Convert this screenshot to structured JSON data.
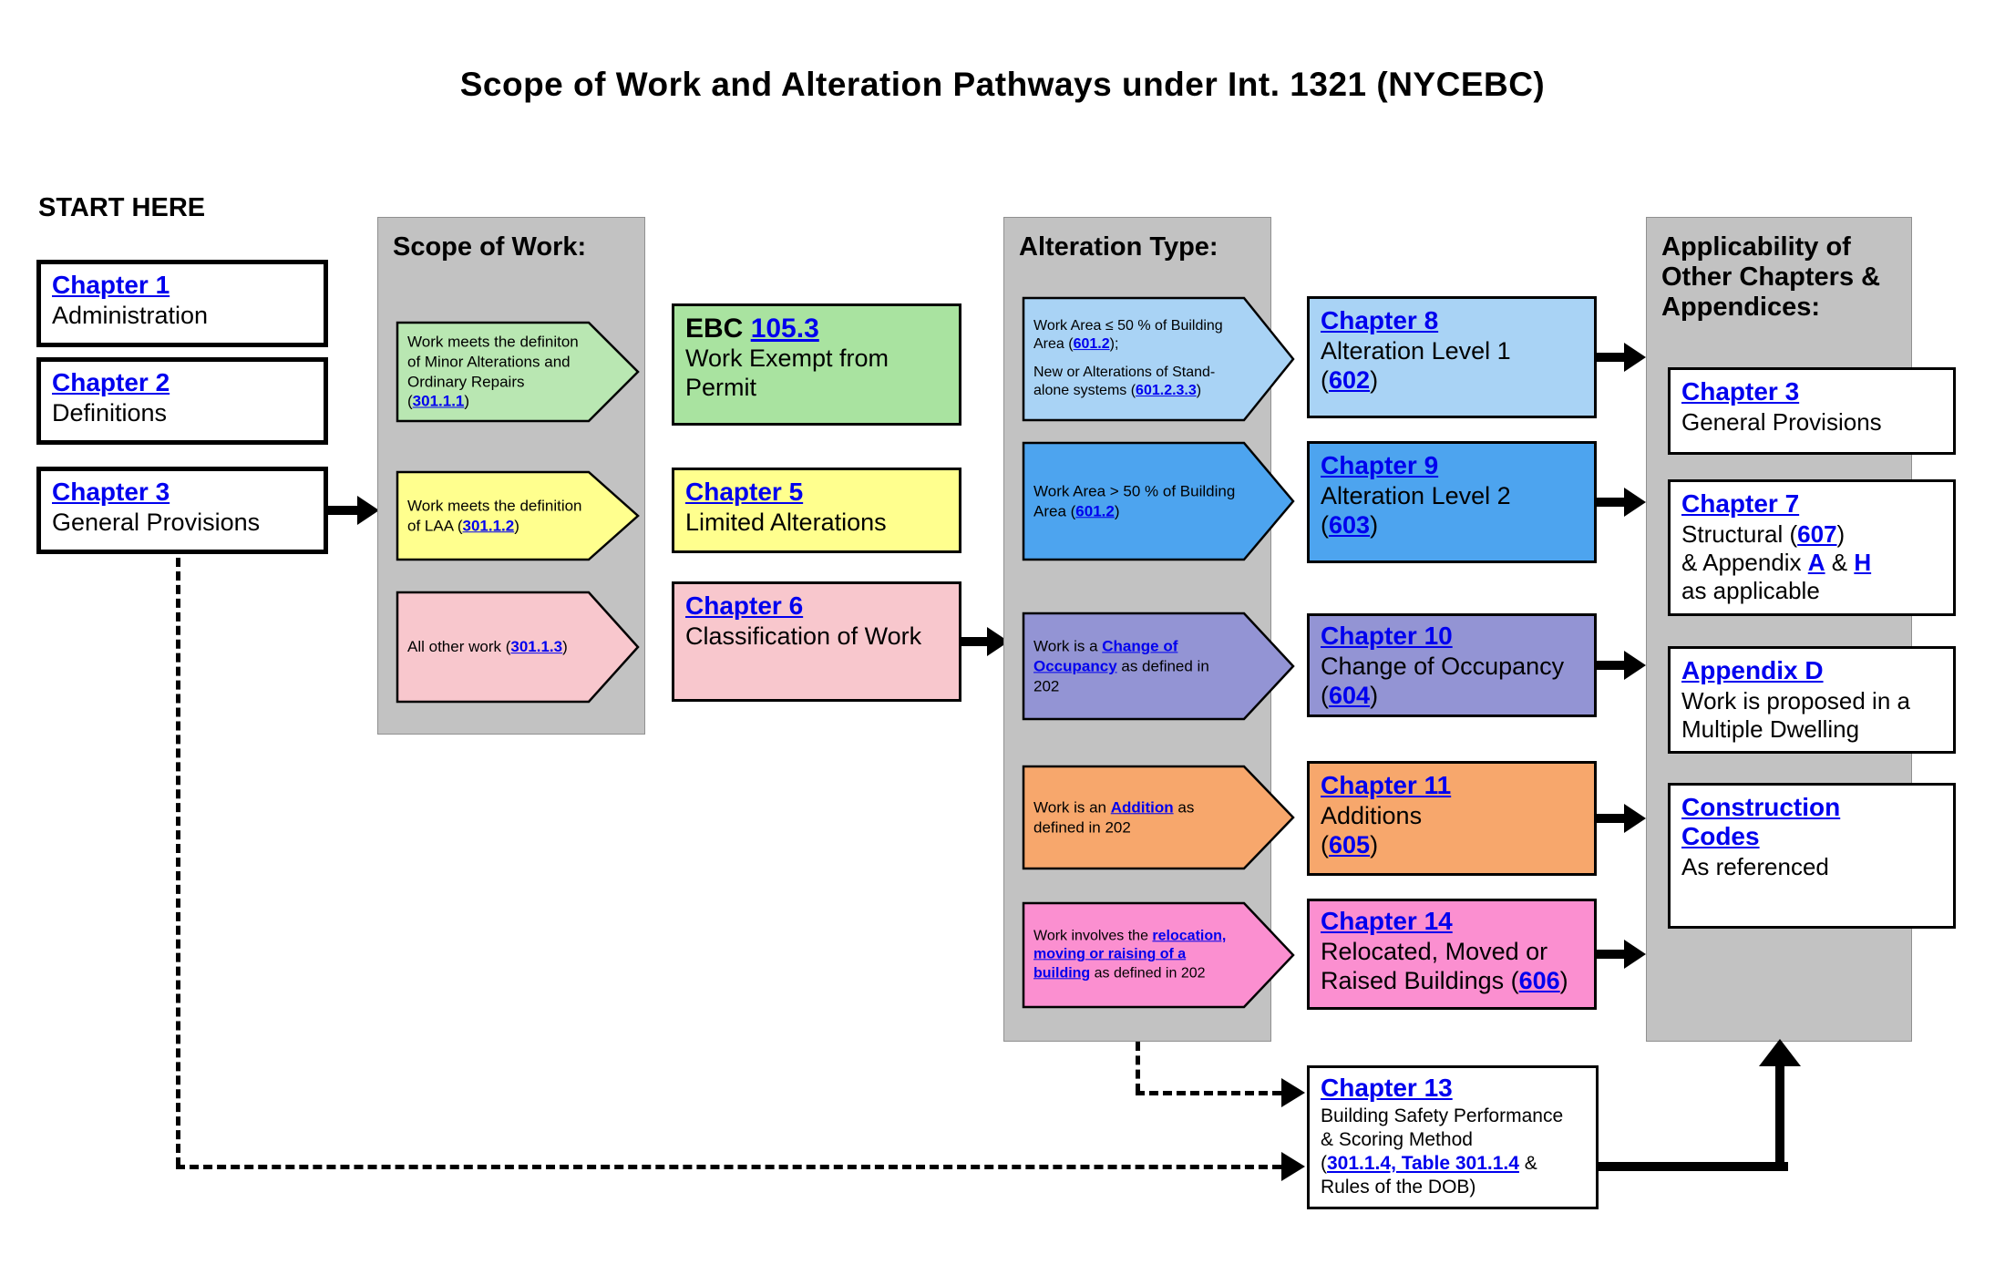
{
  "title": "Scope of Work and Alteration Pathways under Int. 1321 (NYCEBC)",
  "start_here": "START HERE",
  "colors": {
    "panel": "#c2c2c2",
    "green": "#b9e7b2",
    "green_box": "#a9e3a0",
    "yellow": "#ffff8e",
    "pink": "#f8c7cd",
    "lightblue": "#a9d3f5",
    "blue": "#4da4ef",
    "purple": "#9394d4",
    "orange": "#f7a76c",
    "magenta": "#fb8fd0",
    "link": "#0000EE"
  },
  "start": {
    "b1": {
      "link": "Chapter 1",
      "label": "Administration"
    },
    "b2": {
      "link": "Chapter 2",
      "label": "Definitions"
    },
    "b3": {
      "link": "Chapter 3",
      "label": "General Provisions"
    }
  },
  "scope": {
    "header": "Scope of Work:",
    "c1": {
      "t1": "Work meets the definiton of Minor Alterations and Ordinary Repairs (",
      "l1": "301.1.1",
      "t2": ")"
    },
    "b1": {
      "pre": "EBC ",
      "link": "105.3",
      "line2": "Work Exempt from Permit"
    },
    "c2": {
      "t1": "Work meets the definition of LAA (",
      "l1": "301.1.2",
      "t2": ")"
    },
    "b2": {
      "link": "Chapter 5",
      "line2": "Limited Alterations"
    },
    "c3": {
      "t1": "All other work (",
      "l1": "301.1.3",
      "t2": ")"
    },
    "b3": {
      "link": "Chapter 6",
      "line2": "Classification of Work"
    }
  },
  "alteration": {
    "header": "Alteration Type:",
    "c1": {
      "t1": "Work Area ≤ 50 % of Building Area (",
      "l1": "601.2",
      "t2": ");",
      "t3": "New or Alterations of Stand-alone systems (",
      "l2": "601.2.3.3",
      "t4": ")"
    },
    "b1": {
      "link": "Chapter 8",
      "line2": "Alteration Level 1",
      "pre": "(",
      "num": "602",
      "post": ")"
    },
    "c2": {
      "t1": "Work Area > 50 % of Building Area (",
      "l1": "601.2",
      "t2": ")"
    },
    "b2": {
      "link": "Chapter 9",
      "line2": "Alteration Level 2",
      "pre": "(",
      "num": "603",
      "post": ")"
    },
    "c3": {
      "t1": "Work is a ",
      "l1": "Change of Occupancy",
      "t2": " as defined in 202"
    },
    "b3": {
      "link": "Chapter 10",
      "line2": "Change of Occupancy",
      "pre": "(",
      "num": "604",
      "post": ")"
    },
    "c4": {
      "t1": "Work is an ",
      "l1": "Addition",
      "t2": " as defined in 202"
    },
    "b4": {
      "link": "Chapter 11",
      "line2": "Additions",
      "pre": "(",
      "num": "605",
      "post": ")"
    },
    "c5": {
      "t1": "Work involves the ",
      "l1": "relocation, moving or raising of a building",
      "t2": " as defined in 202"
    },
    "b5": {
      "link": "Chapter 14",
      "line2": "Relocated, Moved or Raised Buildings (",
      "num": "606",
      "post": ")"
    }
  },
  "applicability": {
    "header": "Applicability of Other Chapters & Appendices:",
    "b1": {
      "link": "Chapter 3",
      "line2": "General Provisions"
    },
    "b2": {
      "link": "Chapter 7",
      "t1": "Structural (",
      "l1": "607",
      "t2": ")",
      "t3": "& Appendix ",
      "l2": "A",
      "t4": " & ",
      "l3": "H",
      "t5": "as applicable"
    },
    "b3": {
      "link": "Appendix D",
      "line2": "Work is proposed in a Multiple Dwelling"
    },
    "b4": {
      "link1": "Construction",
      "link2": "Codes",
      "line2": "As referenced"
    }
  },
  "ch13": {
    "link": "Chapter 13",
    "p1": "Building Safety Performance",
    "p2": "& Scoring Method",
    "p3pre": "(",
    "p3link": "301.1.4, Table 301.1.4",
    "p3post": " &",
    "p4": "Rules of the DOB)"
  }
}
